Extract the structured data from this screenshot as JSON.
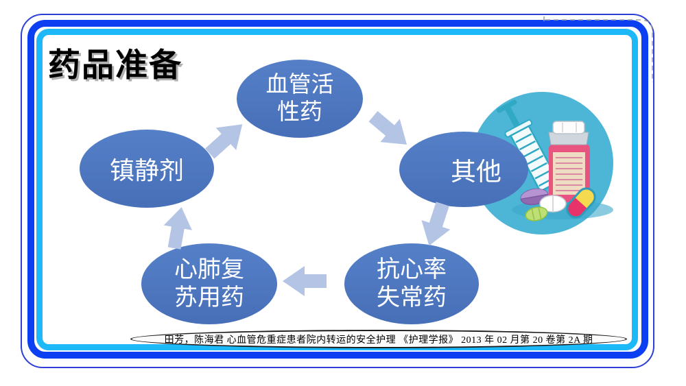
{
  "slide_title": "药品准备",
  "cycle_nodes": [
    {
      "name": "vasoactive-drugs",
      "lines": [
        "血管活",
        "性药"
      ]
    },
    {
      "name": "other",
      "lines": [
        "其他"
      ]
    },
    {
      "name": "antiarrhythmic-drugs",
      "lines": [
        "抗心率",
        "失常药"
      ]
    },
    {
      "name": "cpr-drugs",
      "lines": [
        "心肺复",
        "苏用药"
      ]
    },
    {
      "name": "sedatives",
      "lines": [
        "镇静剂"
      ]
    }
  ],
  "citation": "田芳，陈海君 心血管危重症患者院内转运的安全护理 《护理学报》 2013 年 02 月第 20 卷第 2A 期",
  "colors": {
    "frame_blue": "#0d3ff2",
    "frame_cyan": "#1cb8f7",
    "frame_outline": "#2b3fd6",
    "node_fill": "#4c76c0",
    "node_text": "#ffffff",
    "arrow_fill": "#b4c4e5",
    "clipart_circle": "#4db5d6",
    "bottle_pink": "#e8537f",
    "capsule_yellow": "#f5d94f",
    "capsule_pink": "#e6336a"
  },
  "clipart": {
    "description": "medicine illustration",
    "items": [
      "syringe",
      "pill-bottle",
      "round-pills",
      "capsule"
    ]
  }
}
